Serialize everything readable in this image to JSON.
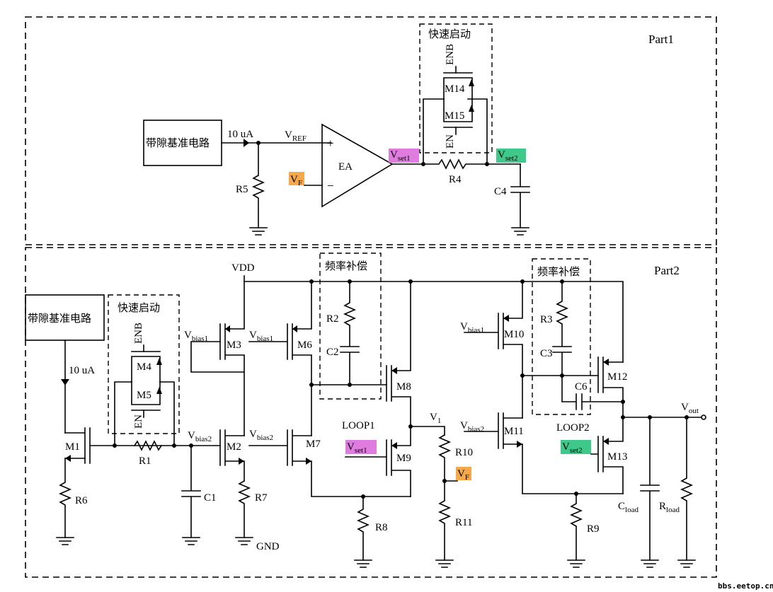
{
  "parts": {
    "part1": "Part1",
    "part2": "Part2"
  },
  "blocks": {
    "bandgap": "带隙基准电路",
    "fast_start": "快速启动",
    "freq_comp": "频率补偿",
    "ea": "EA",
    "plus": "+",
    "minus": "−"
  },
  "labels": {
    "current_10ua": "10 uA",
    "vref": "V",
    "vref_sub": "REF",
    "vf": "V",
    "vf_sub": "F",
    "vset1": "V",
    "vset1_sub": "set1",
    "vset2": "V",
    "vset2_sub": "set2",
    "vbias1": "V",
    "vbias1_sub": "bias1",
    "vbias2": "V",
    "vbias2_sub": "bias2",
    "v1": "V",
    "v1_sub": "1",
    "vout": "V",
    "vout_sub": "out",
    "cload": "C",
    "cload_sub": "load",
    "rload": "R",
    "rload_sub": "load",
    "vdd": "VDD",
    "gnd": "GND",
    "enb": "ENB",
    "en": "EN",
    "loop1": "LOOP1",
    "loop2": "LOOP2"
  },
  "components": {
    "M1": "M1",
    "M2": "M2",
    "M3": "M3",
    "M4": "M4",
    "M5": "M5",
    "M6": "M6",
    "M7": "M7",
    "M8": "M8",
    "M9": "M9",
    "M10": "M10",
    "M11": "M11",
    "M12": "M12",
    "M13": "M13",
    "M14": "M14",
    "M15": "M15",
    "R1": "R1",
    "R2": "R2",
    "R3": "R3",
    "R4": "R4",
    "R5": "R5",
    "R6": "R6",
    "R7": "R7",
    "R8": "R8",
    "R9": "R9",
    "R10": "R10",
    "R11": "R11",
    "C1": "C1",
    "C2": "C2",
    "C3": "C3",
    "C4": "C4",
    "C6": "C6"
  },
  "watermark": "bbs.eetop.cn",
  "colors": {
    "vset1_hl": "#e07be0",
    "vset2_hl": "#3ec88a",
    "vf_hl": "#f5a94a"
  }
}
